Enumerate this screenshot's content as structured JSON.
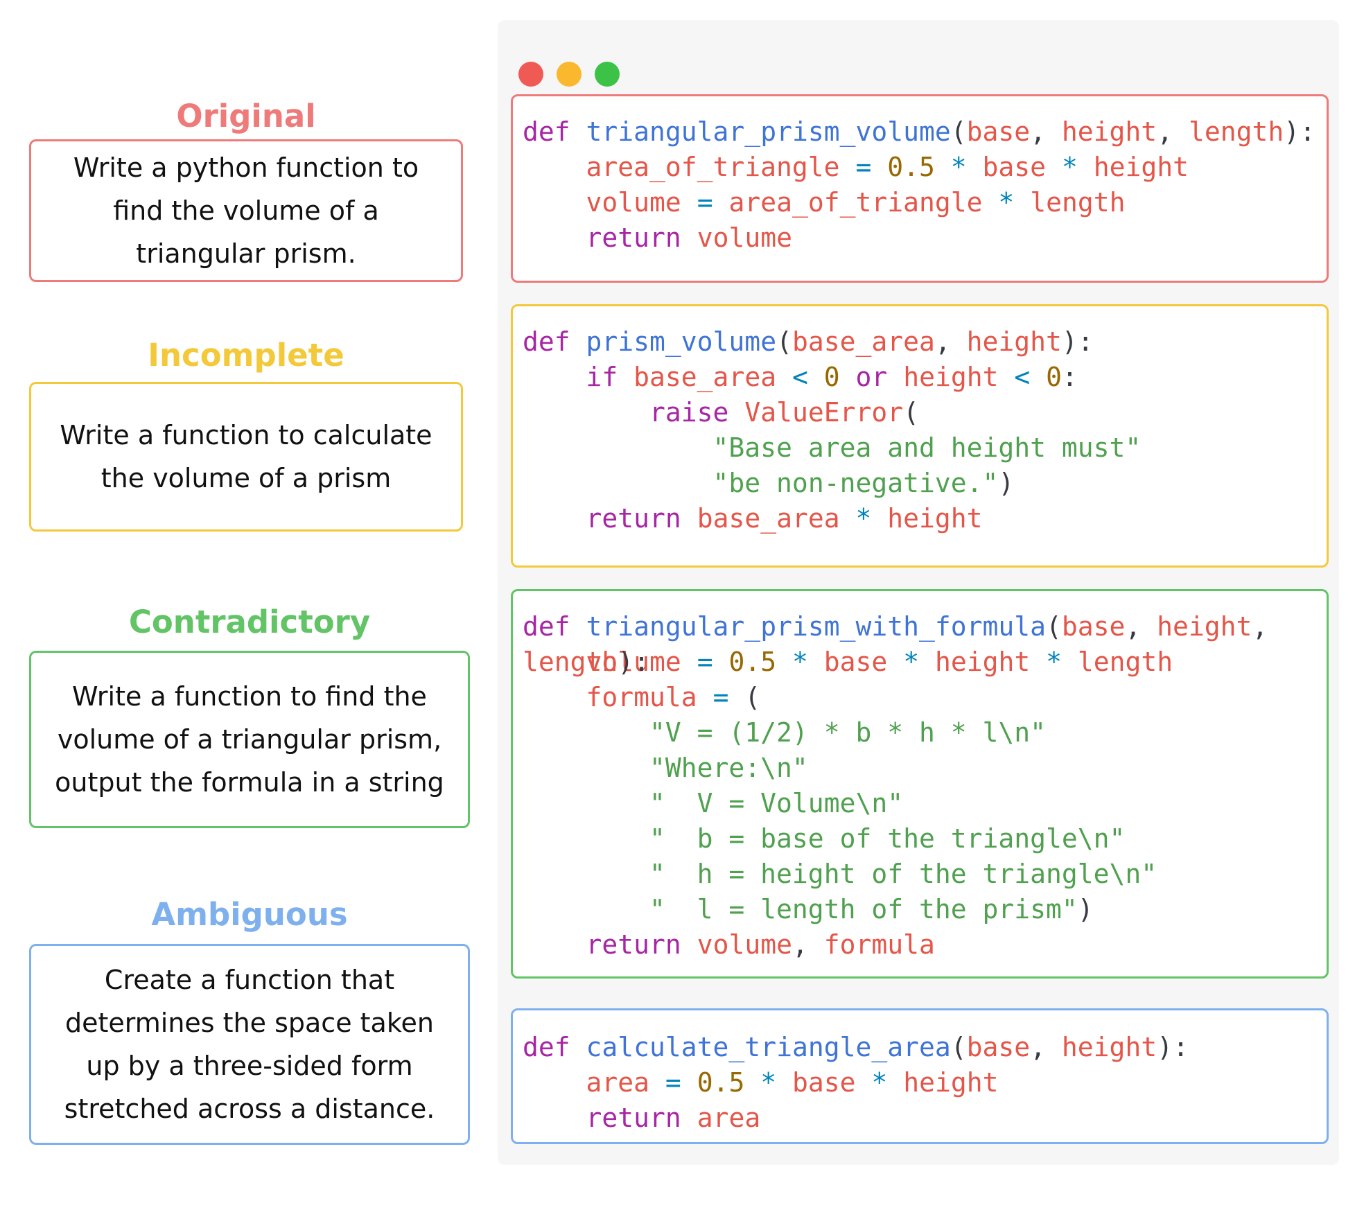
{
  "categories": [
    {
      "label": "Original",
      "color": "#ee7a7a",
      "prompt": "Write a python function to find the volume of a triangular prism."
    },
    {
      "label": "Incomplete",
      "color": "#f3c93a",
      "prompt": "Write a function to calculate the volume of a prism"
    },
    {
      "label": "Contradictory",
      "color": "#62c466",
      "prompt": "Write a function to find the volume of a triangular prism, output the formula in a string"
    },
    {
      "label": "Ambiguous",
      "color": "#7fb0ee",
      "prompt": "Create a function that determines the space taken up by a three-sided form stretched across a distance."
    }
  ],
  "window": {
    "dots": [
      "#f05a55",
      "#f9b82d",
      "#3bc247"
    ]
  },
  "code": {
    "original": {
      "lines": [
        [
          [
            "k",
            "def"
          ],
          [
            "p",
            " "
          ],
          [
            "f",
            "triangular_prism_volume"
          ],
          [
            "p",
            "("
          ],
          [
            "v",
            "base"
          ],
          [
            "p",
            ", "
          ],
          [
            "v",
            "height"
          ],
          [
            "p",
            ", "
          ],
          [
            "v",
            "length"
          ],
          [
            "p",
            "):"
          ]
        ],
        [
          [
            "p",
            "    "
          ],
          [
            "v",
            "area_of_triangle"
          ],
          [
            "p",
            " "
          ],
          [
            "o",
            "="
          ],
          [
            "p",
            " "
          ],
          [
            "n",
            "0.5"
          ],
          [
            "p",
            " "
          ],
          [
            "o",
            "*"
          ],
          [
            "p",
            " "
          ],
          [
            "v",
            "base"
          ],
          [
            "p",
            " "
          ],
          [
            "o",
            "*"
          ],
          [
            "p",
            " "
          ],
          [
            "v",
            "height"
          ]
        ],
        [
          [
            "p",
            "    "
          ],
          [
            "v",
            "volume"
          ],
          [
            "p",
            " "
          ],
          [
            "o",
            "="
          ],
          [
            "p",
            " "
          ],
          [
            "v",
            "area_of_triangle"
          ],
          [
            "p",
            " "
          ],
          [
            "o",
            "*"
          ],
          [
            "p",
            " "
          ],
          [
            "v",
            "length"
          ]
        ],
        [
          [
            "p",
            "    "
          ],
          [
            "k",
            "return"
          ],
          [
            "p",
            " "
          ],
          [
            "v",
            "volume"
          ]
        ]
      ]
    },
    "incomplete": {
      "lines": [
        [
          [
            "k",
            "def"
          ],
          [
            "p",
            " "
          ],
          [
            "f",
            "prism_volume"
          ],
          [
            "p",
            "("
          ],
          [
            "v",
            "base_area"
          ],
          [
            "p",
            ", "
          ],
          [
            "v",
            "height"
          ],
          [
            "p",
            "):"
          ]
        ],
        [
          [
            "p",
            "    "
          ],
          [
            "k",
            "if"
          ],
          [
            "p",
            " "
          ],
          [
            "v",
            "base_area"
          ],
          [
            "p",
            " "
          ],
          [
            "o",
            "<"
          ],
          [
            "p",
            " "
          ],
          [
            "n",
            "0"
          ],
          [
            "p",
            " "
          ],
          [
            "k",
            "or"
          ],
          [
            "p",
            " "
          ],
          [
            "v",
            "height"
          ],
          [
            "p",
            " "
          ],
          [
            "o",
            "<"
          ],
          [
            "p",
            " "
          ],
          [
            "n",
            "0"
          ],
          [
            "p",
            ":"
          ]
        ],
        [
          [
            "p",
            "        "
          ],
          [
            "k",
            "raise"
          ],
          [
            "p",
            " "
          ],
          [
            "v",
            "ValueError"
          ],
          [
            "p",
            "("
          ]
        ],
        [
          [
            "p",
            "            "
          ],
          [
            "s",
            "\"Base area and height must\""
          ]
        ],
        [
          [
            "p",
            "            "
          ],
          [
            "s",
            "\"be non-negative.\""
          ],
          [
            "p",
            ")"
          ]
        ],
        [
          [
            "p",
            "    "
          ],
          [
            "k",
            "return"
          ],
          [
            "p",
            " "
          ],
          [
            "v",
            "base_area"
          ],
          [
            "p",
            " "
          ],
          [
            "o",
            "*"
          ],
          [
            "p",
            " "
          ],
          [
            "v",
            "height"
          ]
        ]
      ]
    },
    "contradictory": {
      "lines": [
        [
          [
            "k",
            "def"
          ],
          [
            "p",
            " "
          ],
          [
            "f",
            "triangular_prism_with_formula"
          ],
          [
            "p",
            "("
          ],
          [
            "v",
            "base"
          ],
          [
            "p",
            ", "
          ],
          [
            "v",
            "height"
          ],
          [
            "p",
            ","
          ]
        ],
        [
          [
            "p",
            "    "
          ],
          [
            "v",
            "volume"
          ],
          [
            "p",
            " "
          ],
          [
            "o",
            "="
          ],
          [
            "p",
            " "
          ],
          [
            "n",
            "0.5"
          ],
          [
            "p",
            " "
          ],
          [
            "o",
            "*"
          ],
          [
            "p",
            " "
          ],
          [
            "v",
            "base"
          ],
          [
            "p",
            " "
          ],
          [
            "o",
            "*"
          ],
          [
            "p",
            " "
          ],
          [
            "v",
            "height"
          ],
          [
            "p",
            " "
          ],
          [
            "o",
            "*"
          ],
          [
            "p",
            " "
          ],
          [
            "v",
            "length"
          ]
        ],
        [
          [
            "p",
            "    "
          ],
          [
            "v",
            "formula"
          ],
          [
            "p",
            " "
          ],
          [
            "o",
            "="
          ],
          [
            "p",
            " ("
          ]
        ],
        [
          [
            "p",
            "        "
          ],
          [
            "s",
            "\"V = (1/2) * b * h * l\\n\""
          ]
        ],
        [
          [
            "p",
            "        "
          ],
          [
            "s",
            "\"Where:\\n\""
          ]
        ],
        [
          [
            "p",
            "        "
          ],
          [
            "s",
            "\"  V = Volume\\n\""
          ]
        ],
        [
          [
            "p",
            "        "
          ],
          [
            "s",
            "\"  b = base of the triangle\\n\""
          ]
        ],
        [
          [
            "p",
            "        "
          ],
          [
            "s",
            "\"  h = height of the triangle\\n\""
          ]
        ],
        [
          [
            "p",
            "        "
          ],
          [
            "s",
            "\"  l = length of the prism\""
          ],
          [
            "p",
            ")"
          ]
        ],
        [
          [
            "p",
            "    "
          ],
          [
            "k",
            "return"
          ],
          [
            "p",
            " "
          ],
          [
            "v",
            "volume"
          ],
          [
            "p",
            ", "
          ],
          [
            "v",
            "formula"
          ]
        ]
      ],
      "overlay": [
        [
          "v",
          "length"
        ],
        [
          "p",
          "):"
        ]
      ]
    },
    "ambiguous": {
      "lines": [
        [
          [
            "k",
            "def"
          ],
          [
            "p",
            " "
          ],
          [
            "f",
            "calculate_triangle_area"
          ],
          [
            "p",
            "("
          ],
          [
            "v",
            "base"
          ],
          [
            "p",
            ", "
          ],
          [
            "v",
            "height"
          ],
          [
            "p",
            "):"
          ]
        ],
        [
          [
            "p",
            "    "
          ],
          [
            "v",
            "area"
          ],
          [
            "p",
            " "
          ],
          [
            "o",
            "="
          ],
          [
            "p",
            " "
          ],
          [
            "n",
            "0.5"
          ],
          [
            "p",
            " "
          ],
          [
            "o",
            "*"
          ],
          [
            "p",
            " "
          ],
          [
            "v",
            "base"
          ],
          [
            "p",
            " "
          ],
          [
            "o",
            "*"
          ],
          [
            "p",
            " "
          ],
          [
            "v",
            "height"
          ]
        ],
        [
          [
            "p",
            "    "
          ],
          [
            "k",
            "return"
          ],
          [
            "p",
            " "
          ],
          [
            "v",
            "area"
          ]
        ]
      ]
    }
  }
}
